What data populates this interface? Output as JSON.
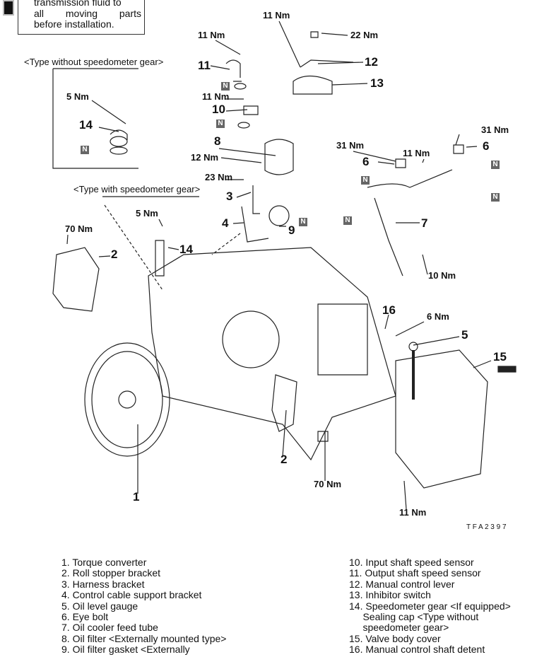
{
  "note": {
    "lines": [
      "transmission fluid to",
      "all moving parts",
      "before installation."
    ],
    "icon": "fluid-can-icon"
  },
  "variants": {
    "without_speedo": "<Type without speedometer gear>",
    "with_speedo": "<Type with speedometer gear>"
  },
  "badge": "N",
  "callouts": {
    "t11a": "11 Nm",
    "t22": "22 Nm",
    "t11b": "11 Nm",
    "n11": "11",
    "n12": "12",
    "n13": "13",
    "t5a": "5 Nm",
    "n14a": "14",
    "t11c": "11 Nm",
    "n10": "10",
    "n8": "8",
    "t12": "12 Nm",
    "t31a": "31 Nm",
    "n6a": "6",
    "t31b": "31 Nm",
    "n6b": "6",
    "t11d": "11 Nm",
    "t23": "23 Nm",
    "n3": "3",
    "n9": "9",
    "n4": "4",
    "n7": "7",
    "t5b": "5 Nm",
    "t70a": "70 Nm",
    "n2a": "2",
    "n14b": "14",
    "t10": "10 Nm",
    "n16": "16",
    "t6": "6 Nm",
    "n5": "5",
    "n15": "15",
    "n2b": "2",
    "t70b": "70 Nm",
    "n1": "1",
    "t11e": "11 Nm"
  },
  "figure_id": "T F A 2 3 9 7",
  "legend_left": [
    "1. Torque converter",
    "2. Roll stopper bracket",
    "3. Harness bracket",
    "4. Control cable support bracket",
    "5. Oil level gauge",
    "6. Eye bolt",
    "7. Oil cooler feed tube",
    "8. Oil filter <Externally mounted type>",
    "9. Oil filter gasket <Externally"
  ],
  "legend_right": [
    "10. Input shaft speed sensor",
    "11. Output shaft speed sensor",
    "12. Manual control lever",
    "13. Inhibitor switch",
    "14. Speedometer gear <If equipped>",
    "     Sealing cap <Type without",
    "     speedometer gear>",
    "15. Valve body cover",
    "16. Manual control shaft detent"
  ]
}
